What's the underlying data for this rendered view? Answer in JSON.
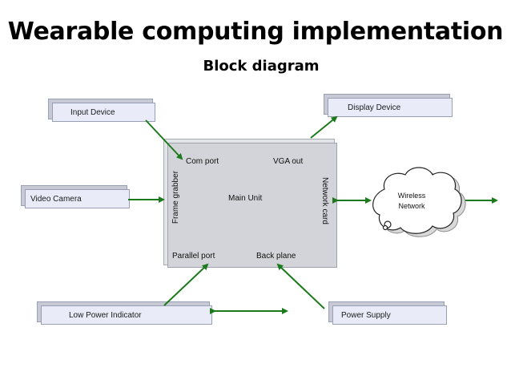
{
  "title": "Wearable computing implementation",
  "subtitle": "Block diagram",
  "blocks": {
    "input_device": "Input Device",
    "display_device": "Display Device",
    "video_camera": "Video Camera",
    "low_power_indicator": "Low Power Indicator",
    "power_supply": "Power Supply"
  },
  "main_unit": {
    "label": "Main Unit",
    "com_port": "Com port",
    "vga_out": "VGA out",
    "frame_grabber": "Frame grabber",
    "network_card": "Network card",
    "parallel_port": "Parallel port",
    "back_plane": "Back plane"
  },
  "cloud": {
    "line1": "Wireless",
    "line2": "Network"
  },
  "colors": {
    "arrow": "#1c7a1c",
    "block_fill": "#e9ecf8",
    "main_fill": "#d3d4d9"
  }
}
